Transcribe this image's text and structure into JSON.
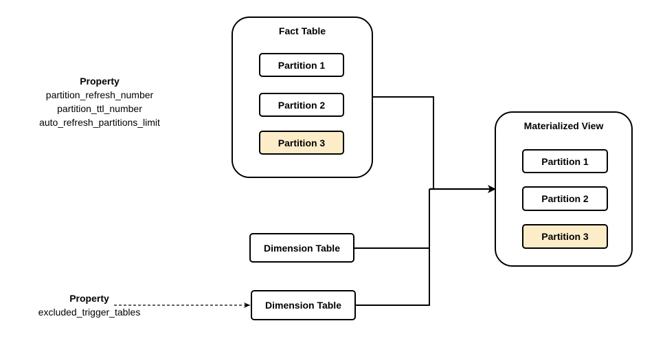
{
  "fact_table": {
    "title": "Fact Table",
    "partitions": [
      "Partition 1",
      "Partition 2",
      "Partition 3"
    ]
  },
  "materialized_view": {
    "title": "Materialized View",
    "partitions": [
      "Partition 1",
      "Partition 2",
      "Partition 3"
    ]
  },
  "dimension_tables": [
    "Dimension Table",
    "Dimension Table"
  ],
  "property_top": {
    "heading": "Property",
    "items": [
      "partition_refresh_number",
      "partition_ttl_number",
      "auto_refresh_partitions_limit"
    ]
  },
  "property_bottom": {
    "heading": "Property",
    "items": [
      "excluded_trigger_tables"
    ]
  },
  "colors": {
    "highlight": "#fcedc8",
    "stroke": "#000000"
  }
}
